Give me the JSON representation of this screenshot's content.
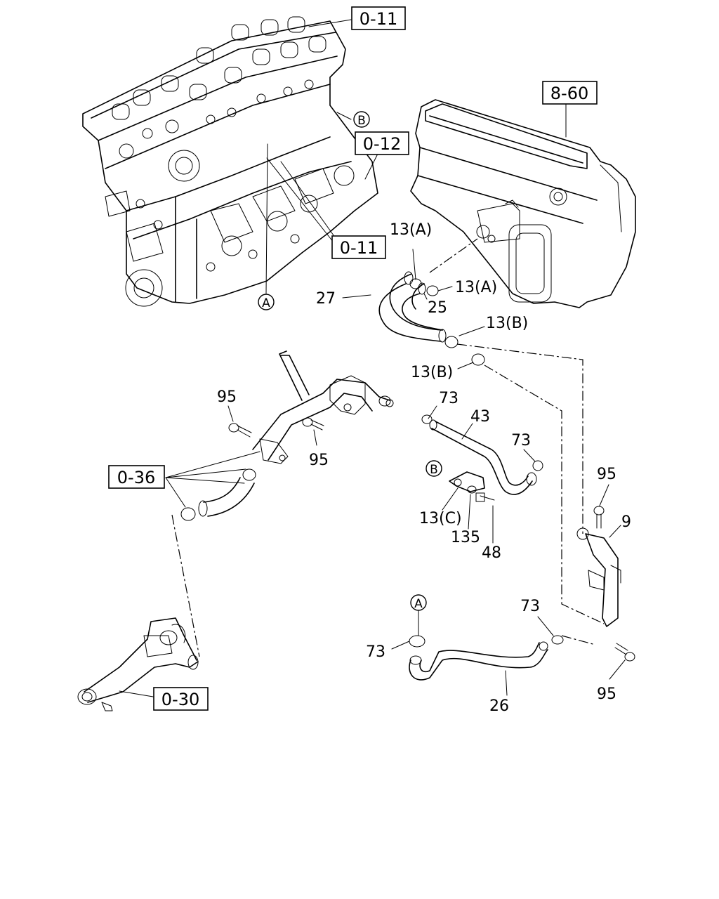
{
  "references": {
    "r0_11_top": "0-11",
    "r8_60": "8-60",
    "r0_12": "0-12",
    "r0_11_mid": "0-11",
    "r0_36": "0-36",
    "r0_30": "0-30"
  },
  "callouts": {
    "B_top": "B",
    "A_top": "A",
    "B_mid": "B",
    "A_bottom": "A"
  },
  "parts": {
    "p13A_1": "13(A)",
    "p13A_2": "13(A)",
    "p27": "27",
    "p25": "25",
    "p13B_1": "13(B)",
    "p13B_2": "13(B)",
    "p95_1": "95",
    "p95_2": "95",
    "p73_1": "73",
    "p43": "43",
    "p73_2": "73",
    "p95_3": "95",
    "p9": "9",
    "p13C": "13(C)",
    "p135": "135",
    "p48": "48",
    "p73_3": "73",
    "p73_4": "73",
    "p26": "26",
    "p95_4": "95"
  }
}
